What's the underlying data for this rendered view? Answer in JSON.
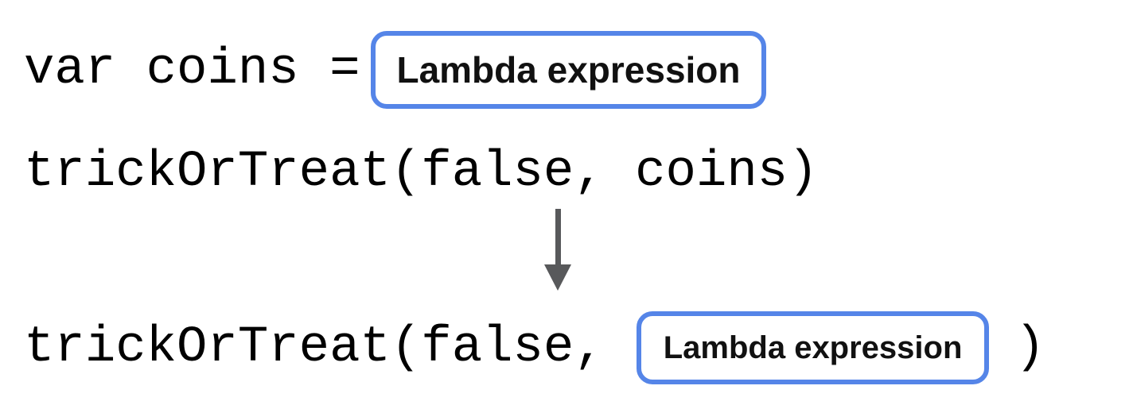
{
  "diagram": {
    "title": "lambda-expression-substitution",
    "line1": {
      "code_before": "var coins =",
      "box_label": "Lambda expression"
    },
    "line2": {
      "code": "trickOrTreat(false, coins)"
    },
    "arrow": {
      "icon": "down-arrow",
      "direction": "down"
    },
    "line3": {
      "code_before": "trickOrTreat(false,",
      "box_label": "Lambda expression",
      "code_after": ")"
    },
    "colors": {
      "background": "#FFFFFF",
      "box_border": "#5585E8",
      "box_background": "#FFFFFF",
      "code_text": "#000000",
      "label_text": "#111111",
      "arrow": "#58595B"
    }
  }
}
